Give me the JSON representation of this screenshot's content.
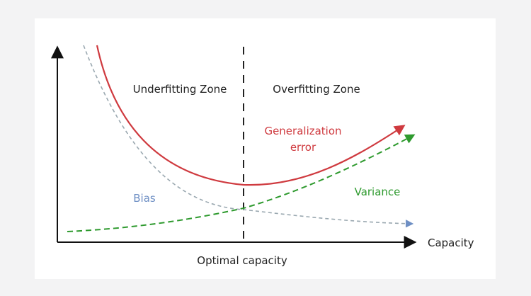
{
  "labels": {
    "underfitting_zone": "Underfitting Zone",
    "overfitting_zone": "Overfitting Zone",
    "generalization_error_line1": "Generalization",
    "generalization_error_line2": "error",
    "bias": "Bias",
    "variance": "Variance",
    "capacity": "Capacity",
    "optimal_capacity": "Optimal capacity"
  },
  "colors": {
    "page_background": "#f3f3f4",
    "panel_background": "#ffffff",
    "axis": "#111111",
    "generalization_error": "#cf3a3f",
    "bias": "#6e8fc4",
    "bias_curve": "#9aa8b0",
    "variance": "#2e9a2e",
    "text": "#222222",
    "divider": "#222222"
  }
}
